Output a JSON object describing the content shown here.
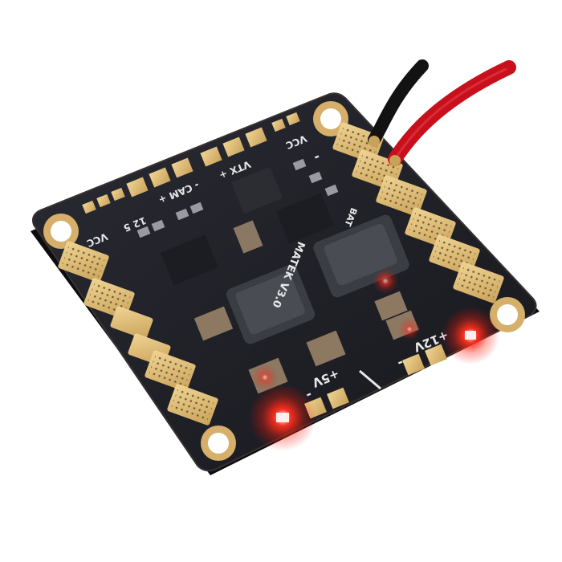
{
  "photo": {
    "subject": "power distribution board",
    "background_color": "#ffffff",
    "board_color": "#1f2026",
    "pad_color": "#e0bd74",
    "led_color": "#ff2a1a",
    "wire_colors": [
      "#121212",
      "#c8101c"
    ]
  },
  "silkscreen": {
    "brand": "MATEK V3.0",
    "vcc_left": "VCC",
    "numbers": "12 5",
    "cam": "- CAM +",
    "vtx": "VTX +",
    "vcc_right": "VCC",
    "minus_top": "-",
    "plus_5v": "+5V",
    "minus_5v": "-",
    "plus_12v": "+12V",
    "minus_12v": "-",
    "bat": "BAT"
  }
}
